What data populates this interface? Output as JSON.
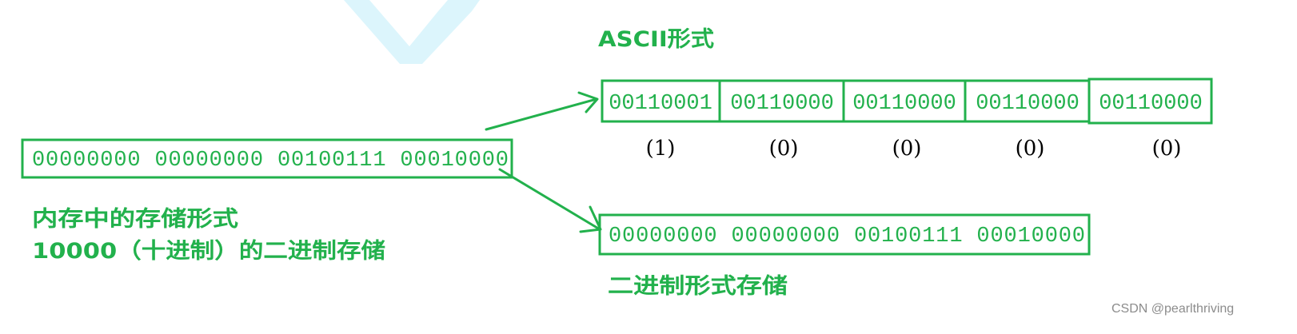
{
  "colors": {
    "accent": "#22b14c",
    "label": "#000000",
    "watermark_text": "#8c8c8c",
    "watermark_shape": "#dcf5fc"
  },
  "ascii": {
    "title": "ASCII形式",
    "cells": [
      {
        "bits": "00110001",
        "char": "(1)"
      },
      {
        "bits": "00110000",
        "char": "(0)"
      },
      {
        "bits": "00110000",
        "char": "(0)"
      },
      {
        "bits": "00110000",
        "char": "(0)"
      },
      {
        "bits": "00110000",
        "char": "(0)"
      }
    ]
  },
  "memory": {
    "bits": "00000000 00000000 00100111 00010000",
    "caption_line1": "内存中的存储形式",
    "caption_line2": "10000（十进制）的二进制存储"
  },
  "binary": {
    "bits": "00000000 00000000 00100111 00010000",
    "title": "二进制形式存储"
  },
  "watermark": "CSDN @pearlthriving"
}
